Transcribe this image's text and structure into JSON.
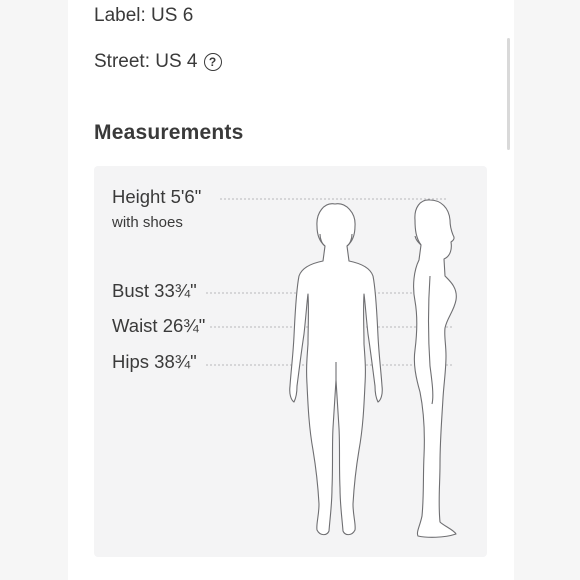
{
  "size_info": {
    "label": "Label: US 6",
    "street": "Street: US 4",
    "help_icon": "question-circle-icon"
  },
  "measurements": {
    "title": "Measurements",
    "height": {
      "label": "Height 5'6\"",
      "note": "with shoes"
    },
    "bust": {
      "label": "Bust 33¾\""
    },
    "waist": {
      "label": "Waist 26¾\""
    },
    "hips": {
      "label": "Hips 38¾\""
    }
  }
}
